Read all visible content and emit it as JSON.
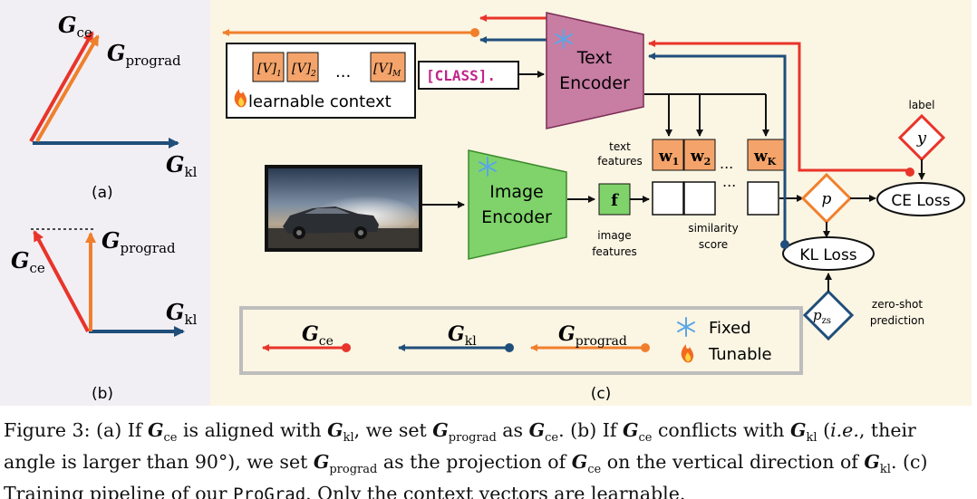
{
  "panel_labels": {
    "a": "(a)",
    "b": "(b)",
    "c": "(c)"
  },
  "vectors": {
    "g_ce": {
      "sym": "G",
      "sub": "ce"
    },
    "g_prograd": {
      "sym": "G",
      "sub": "prograd"
    },
    "g_kl": {
      "sym": "G",
      "sub": "kl"
    }
  },
  "pipeline": {
    "context_tokens": {
      "v1": "[V]",
      "v1_sub": "1",
      "v2": "[V]",
      "v2_sub": "2",
      "dots": "...",
      "vm": "[V]",
      "vm_sub": "M"
    },
    "learnable_context": "learnable context",
    "class_token": "[CLASS].",
    "text_encoder": {
      "line1": "Text",
      "line2": "Encoder"
    },
    "image_encoder": {
      "line1": "Image",
      "line2": "Encoder"
    },
    "text_features": {
      "line1": "text",
      "line2": "features"
    },
    "image_features": {
      "line1": "image",
      "line2": "features"
    },
    "f_label": "f",
    "weights": {
      "w1": "w",
      "w1_sub": "1",
      "w2": "w",
      "w2_sub": "2",
      "dots": "...",
      "wk": "w",
      "wk_sub": "K"
    },
    "similarity": {
      "line1": "similarity",
      "line2": "score"
    },
    "label_caption": "label",
    "y_label": "y",
    "p_label": "p",
    "pzs_label": "p",
    "pzs_sub": "zs",
    "ce_loss": "CE Loss",
    "kl_loss": "KL Loss",
    "zero_shot": {
      "line1": "zero-shot",
      "line2": "prediction"
    },
    "legend": {
      "fixed": "Fixed",
      "tunable": "Tunable"
    }
  },
  "colors": {
    "red": "#e8342a",
    "orange": "#f07f2c",
    "navy": "#1f4e7a",
    "panel_bg": "#fbf5e3",
    "side_bg": "#f2eff4",
    "text_encoder_fill": "#c87da3",
    "image_encoder_fill": "#7fd36a",
    "token_fill": "#f4a46a",
    "class_color": "#c0258a"
  },
  "caption": {
    "p1": "Figure 3: (a) If ",
    "p2": " is aligned with ",
    "p3": ", we set ",
    "p4": " as ",
    "p5": ". (b) If ",
    "p6": " conflicts with ",
    "p7": " (",
    "p7_ie": "i.e.",
    "p8": ", their angle is larger than 90°), we set ",
    "p9": " as the projection of ",
    "p10": " on the vertical direction of ",
    "p11": ". (c) Training pipeline of our ",
    "method": "ProGrad",
    "p12": ". Only the context vectors are learnable."
  }
}
